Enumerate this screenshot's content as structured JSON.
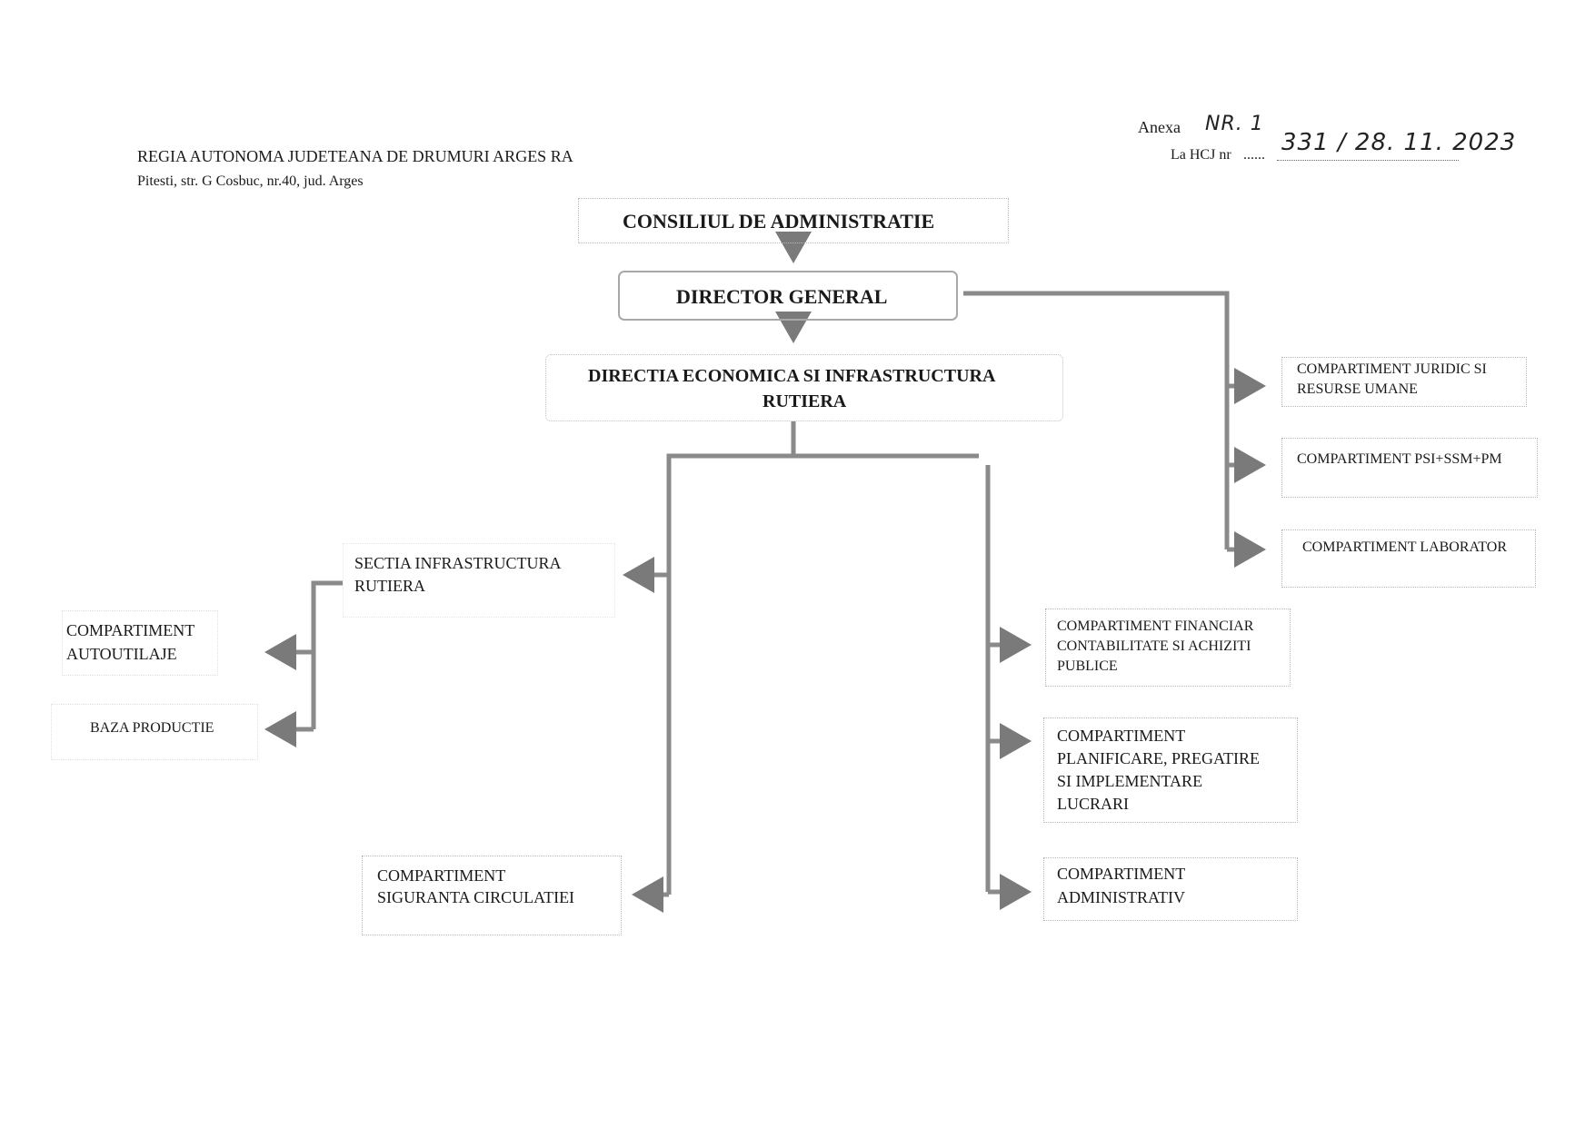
{
  "header": {
    "org_name": "REGIA AUTONOMA JUDETEANA DE DRUMURI ARGES RA",
    "org_address": "Pitesti, str. G Cosbuc, nr.40, jud. Arges",
    "annex_label": "Anexa",
    "annex_handwritten": "NR. 1",
    "hcj_label": "La HCJ nr",
    "hcj_dots": "......",
    "hcj_handwritten": "331 / 28. 11. 2023"
  },
  "chart": {
    "board": "CONSILIUL DE  ADMINISTRATIE",
    "director": "DIRECTOR GENERAL",
    "directorate": [
      "DIRECTIA ECONOMICA SI  INFRASTRUCTURA",
      "RUTIERA"
    ],
    "right_units": [
      [
        "COMPARTIMENT   JURIDIC SI",
        "RESURSE UMANE"
      ],
      [
        "COMPARTIMENT  PSI+SSM+PM"
      ],
      [
        "COMPARTIMENT LABORATOR"
      ]
    ],
    "section": [
      "SECTIA        INFRASTRUCTURA",
      "RUTIERA"
    ],
    "section_units": [
      [
        "COMPARTIMENT",
        "AUTOUTILAJE"
      ],
      [
        "BAZA PRODUCTIE"
      ]
    ],
    "safety": [
      "COMPARTIMENT",
      "SIGURANTA CIRCULATIEI"
    ],
    "econ_units": [
      [
        "COMPARTIMENT  FINANCIAR",
        "CONTABILITATE  SI  ACHIZITI",
        "PUBLICE"
      ],
      [
        "COMPARTIMENT",
        "PLANIFICARE, PREGATIRE",
        "SI IMPLEMENTARE",
        "LUCRARI"
      ],
      [
        "COMPARTIMENT",
        "ADMINISTRATIV"
      ]
    ]
  }
}
